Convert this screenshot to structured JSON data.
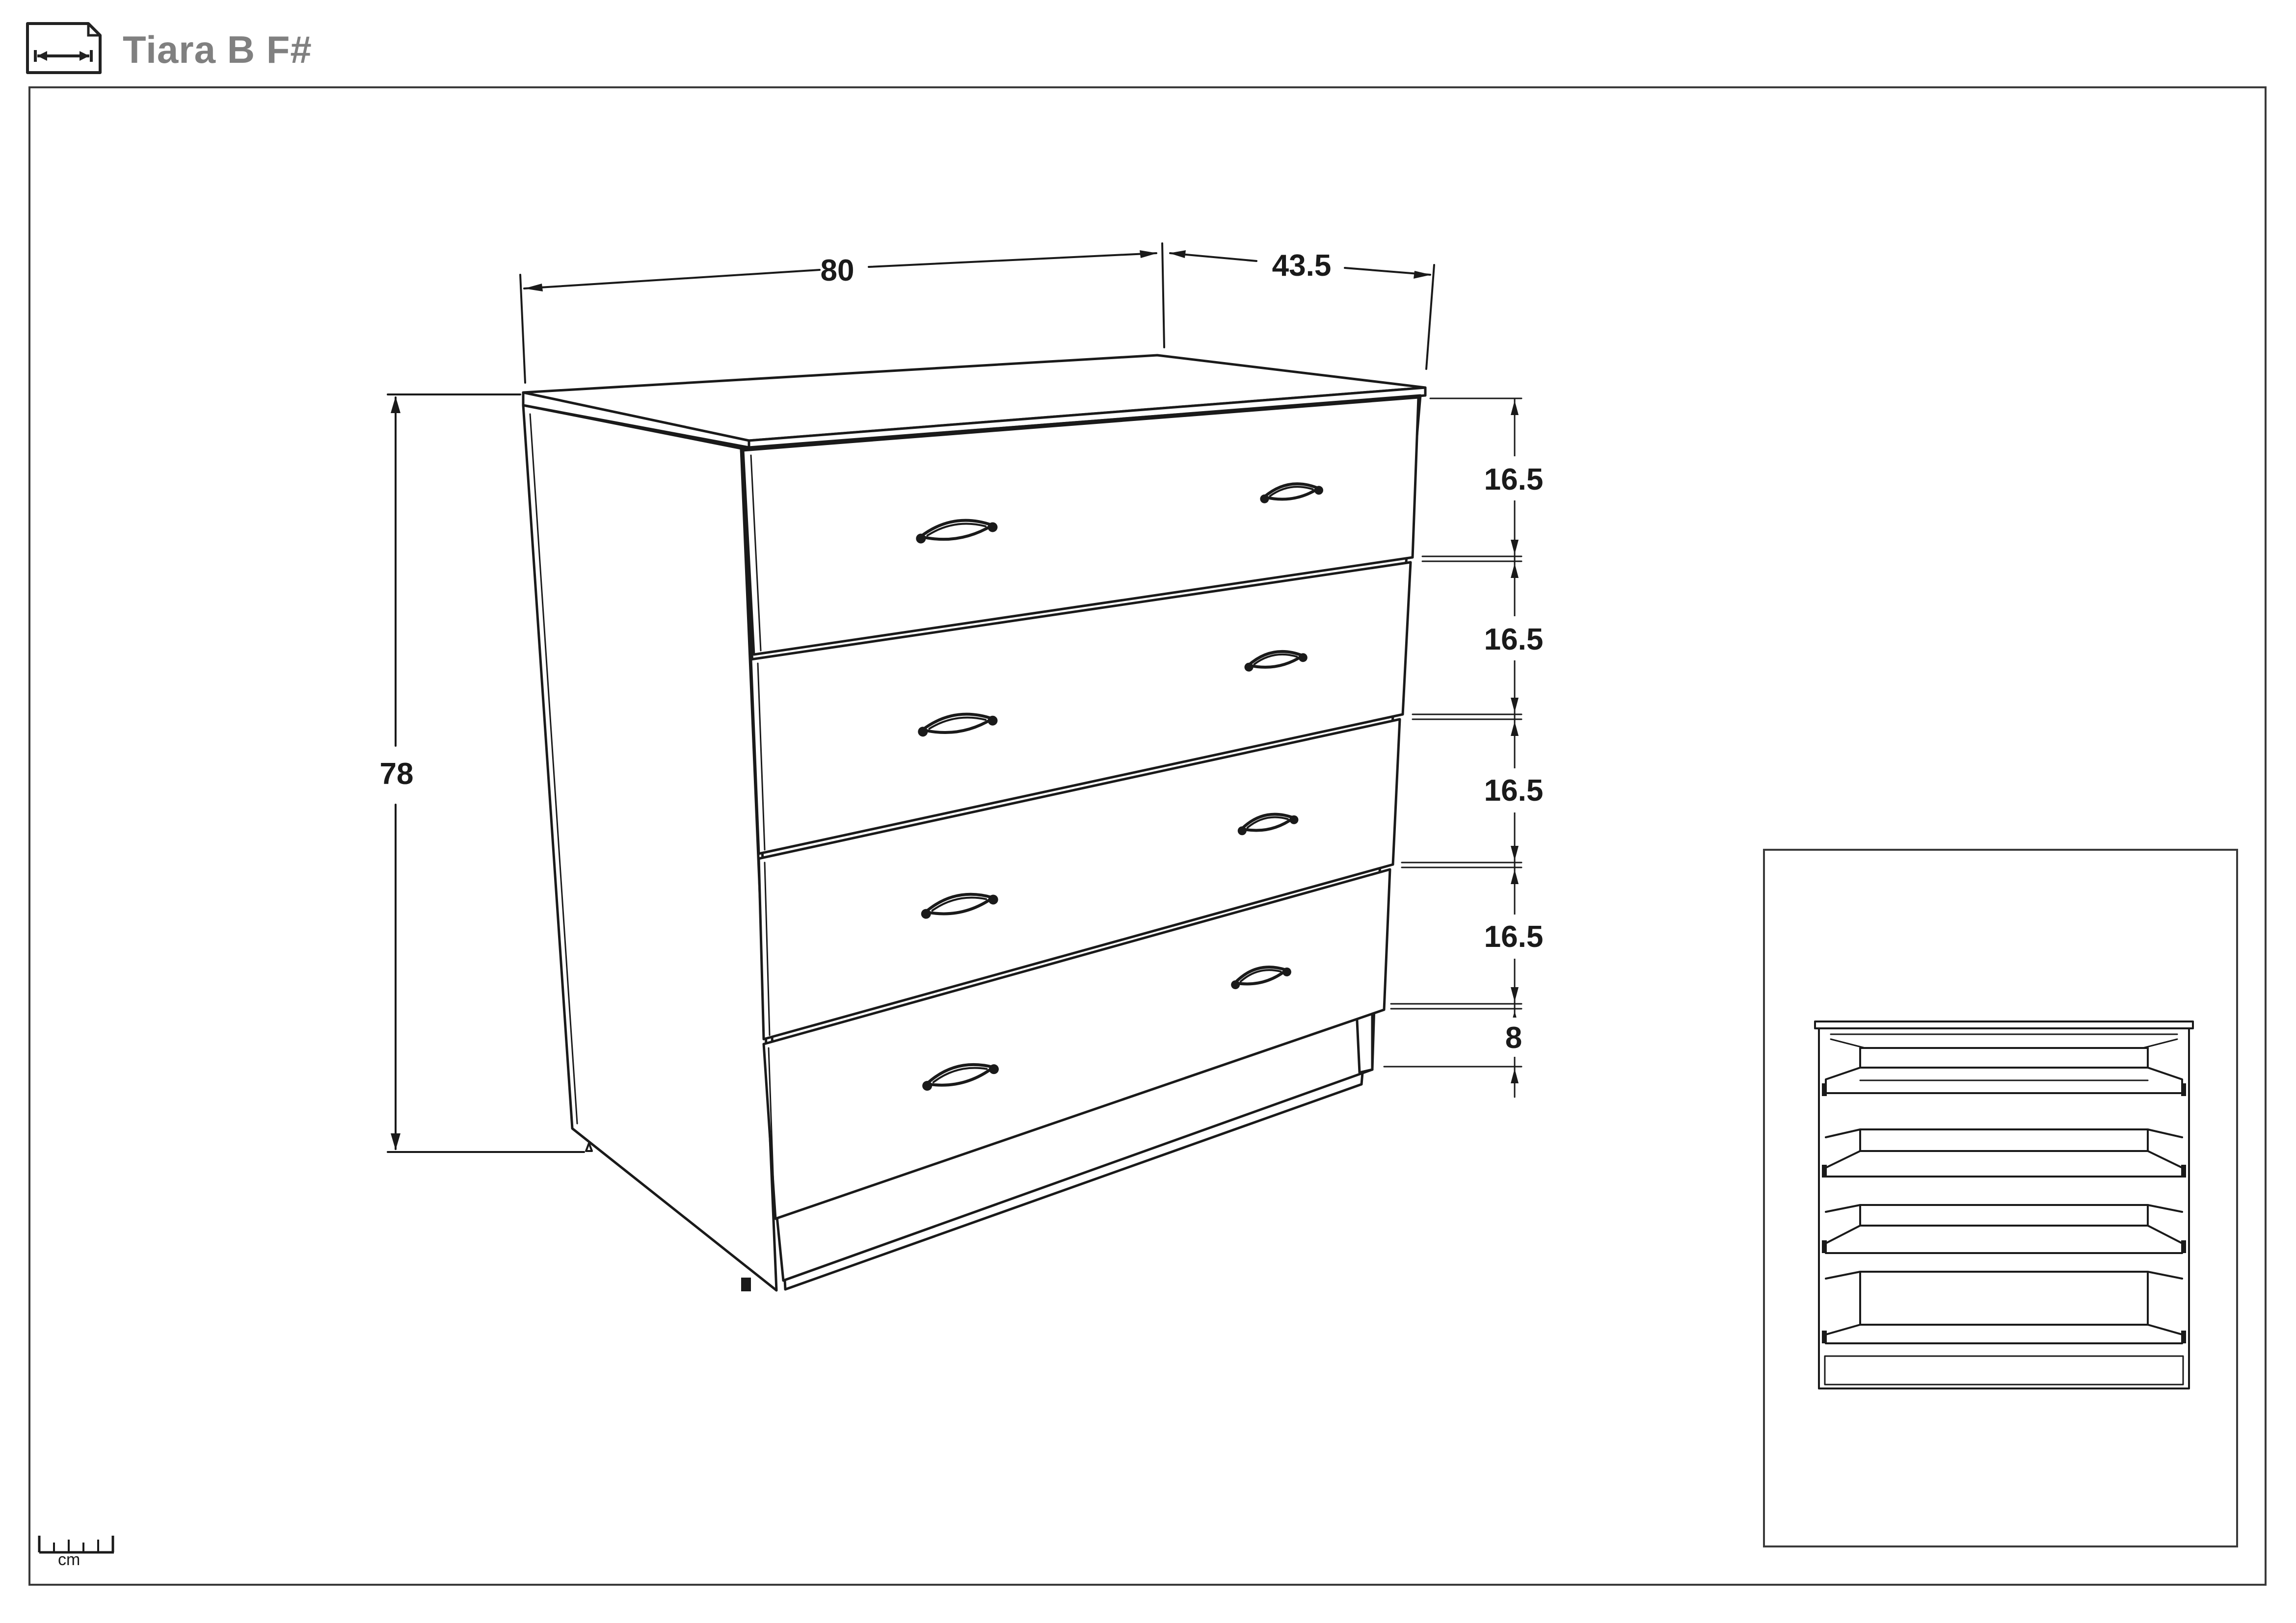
{
  "header": {
    "title": "Tiara B F#",
    "icon": "width-measure-icon"
  },
  "dimensions": {
    "width": "80",
    "depth": "43.5",
    "height": "78",
    "drawers": [
      "16.5",
      "16.5",
      "16.5",
      "16.5"
    ],
    "plinth": "8"
  },
  "ruler": {
    "unit": "cm",
    "icon": "ruler-icon"
  },
  "thumbnail": {
    "icon": "open-drawers-view"
  }
}
